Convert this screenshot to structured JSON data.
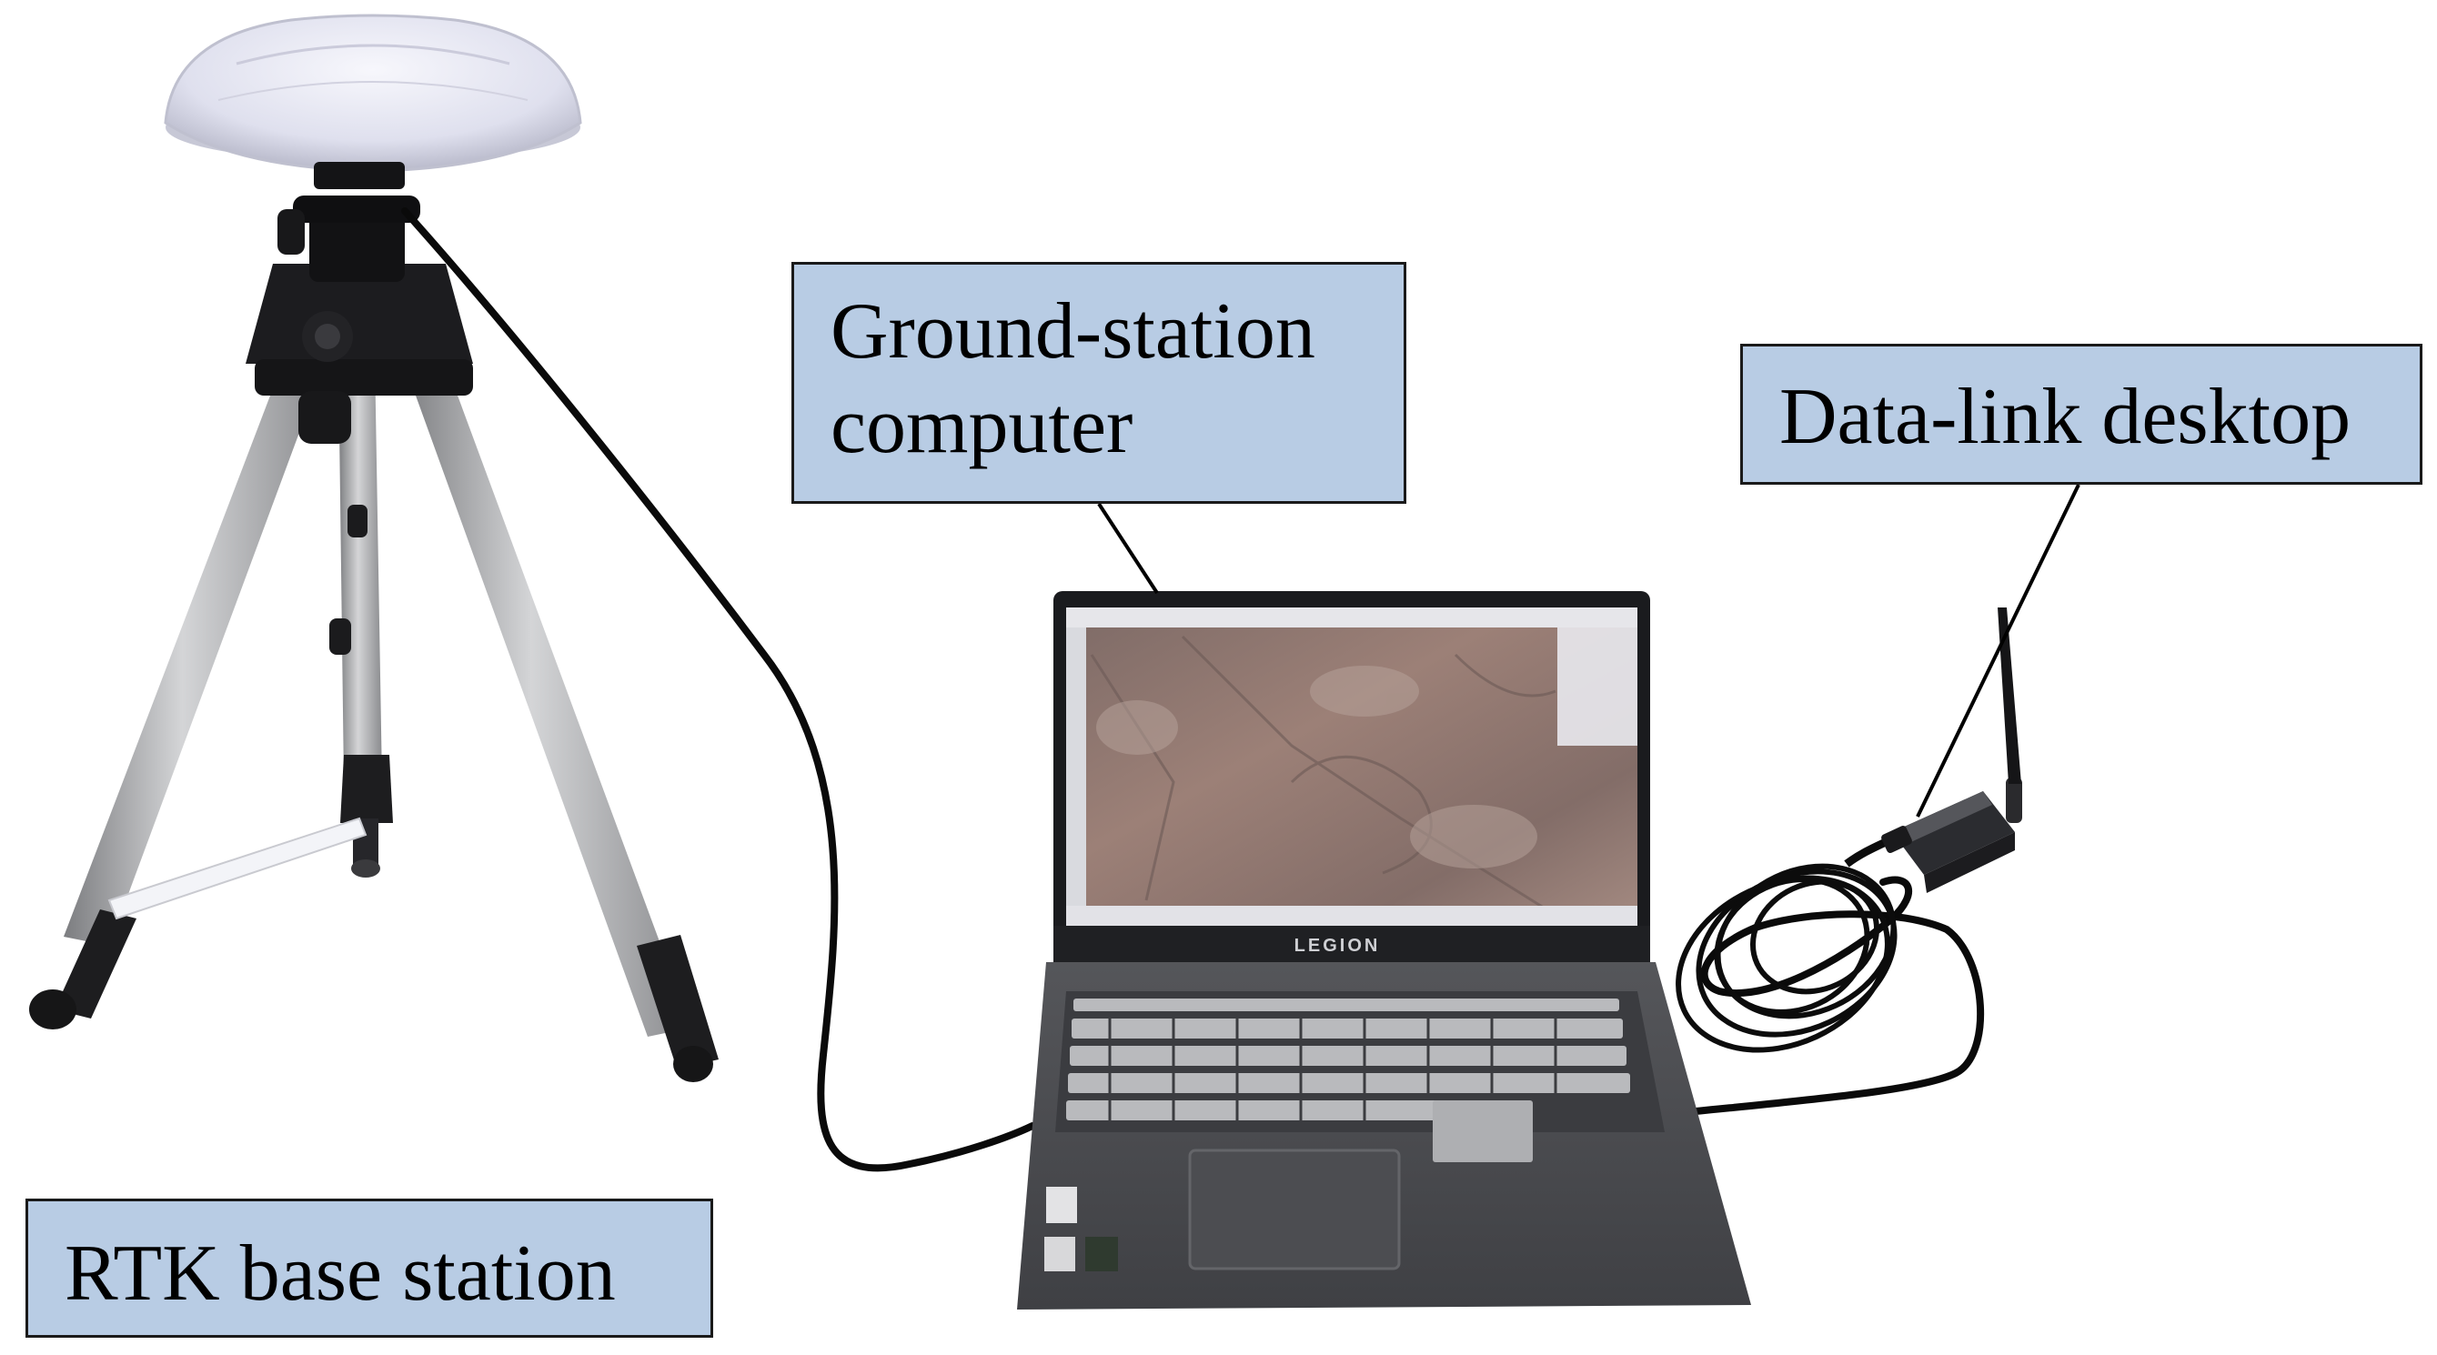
{
  "labels": {
    "ground_station_line1": "Ground-station",
    "ground_station_line2": "computer",
    "data_link": "Data-link desktop",
    "rtk_base": "RTK base station"
  },
  "laptop": {
    "brand_text": "LEGION"
  },
  "colors": {
    "label_fill": "#b8cce4",
    "label_border": "#1a1a1a",
    "cable": "#0a0a0a",
    "laptop_body": "#4a4b4f",
    "tripod_metal": "#a8a9ab",
    "antenna_dome": "#e9eaf4"
  },
  "icons": [
    "gnss-antenna-icon",
    "tripod-icon",
    "laptop-icon",
    "radio-modem-icon",
    "antenna-rod-icon"
  ]
}
